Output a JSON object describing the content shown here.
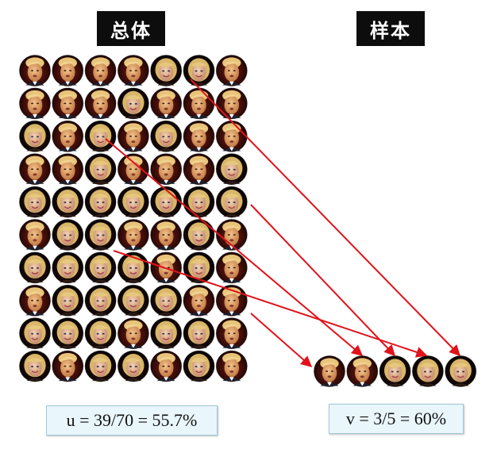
{
  "labels": {
    "population": "总体",
    "sample": "样本"
  },
  "formulas": {
    "population": "u = 39/70 = 55.7%",
    "sample": "v = 3/5 = 60%"
  },
  "population": {
    "rows": 10,
    "cols": 7,
    "grid": [
      "TTTTHHT",
      "TTTHTTT",
      "HTHTHTT",
      "TTHTTTH",
      "HHHHHHH",
      "THHTTHT",
      "HHHHTHT",
      "THHHHTT",
      "HHHTHHT",
      "HTHHTHT"
    ]
  },
  "sample": {
    "faces": [
      "T",
      "T",
      "H",
      "H",
      "H"
    ]
  },
  "face_kinds": {
    "T": "trump-face",
    "H": "hillary-face"
  },
  "colors": {
    "arrow": "#e0121a",
    "label_bg": "#0d0d0d",
    "formula_bg": "#e9f6fb"
  }
}
